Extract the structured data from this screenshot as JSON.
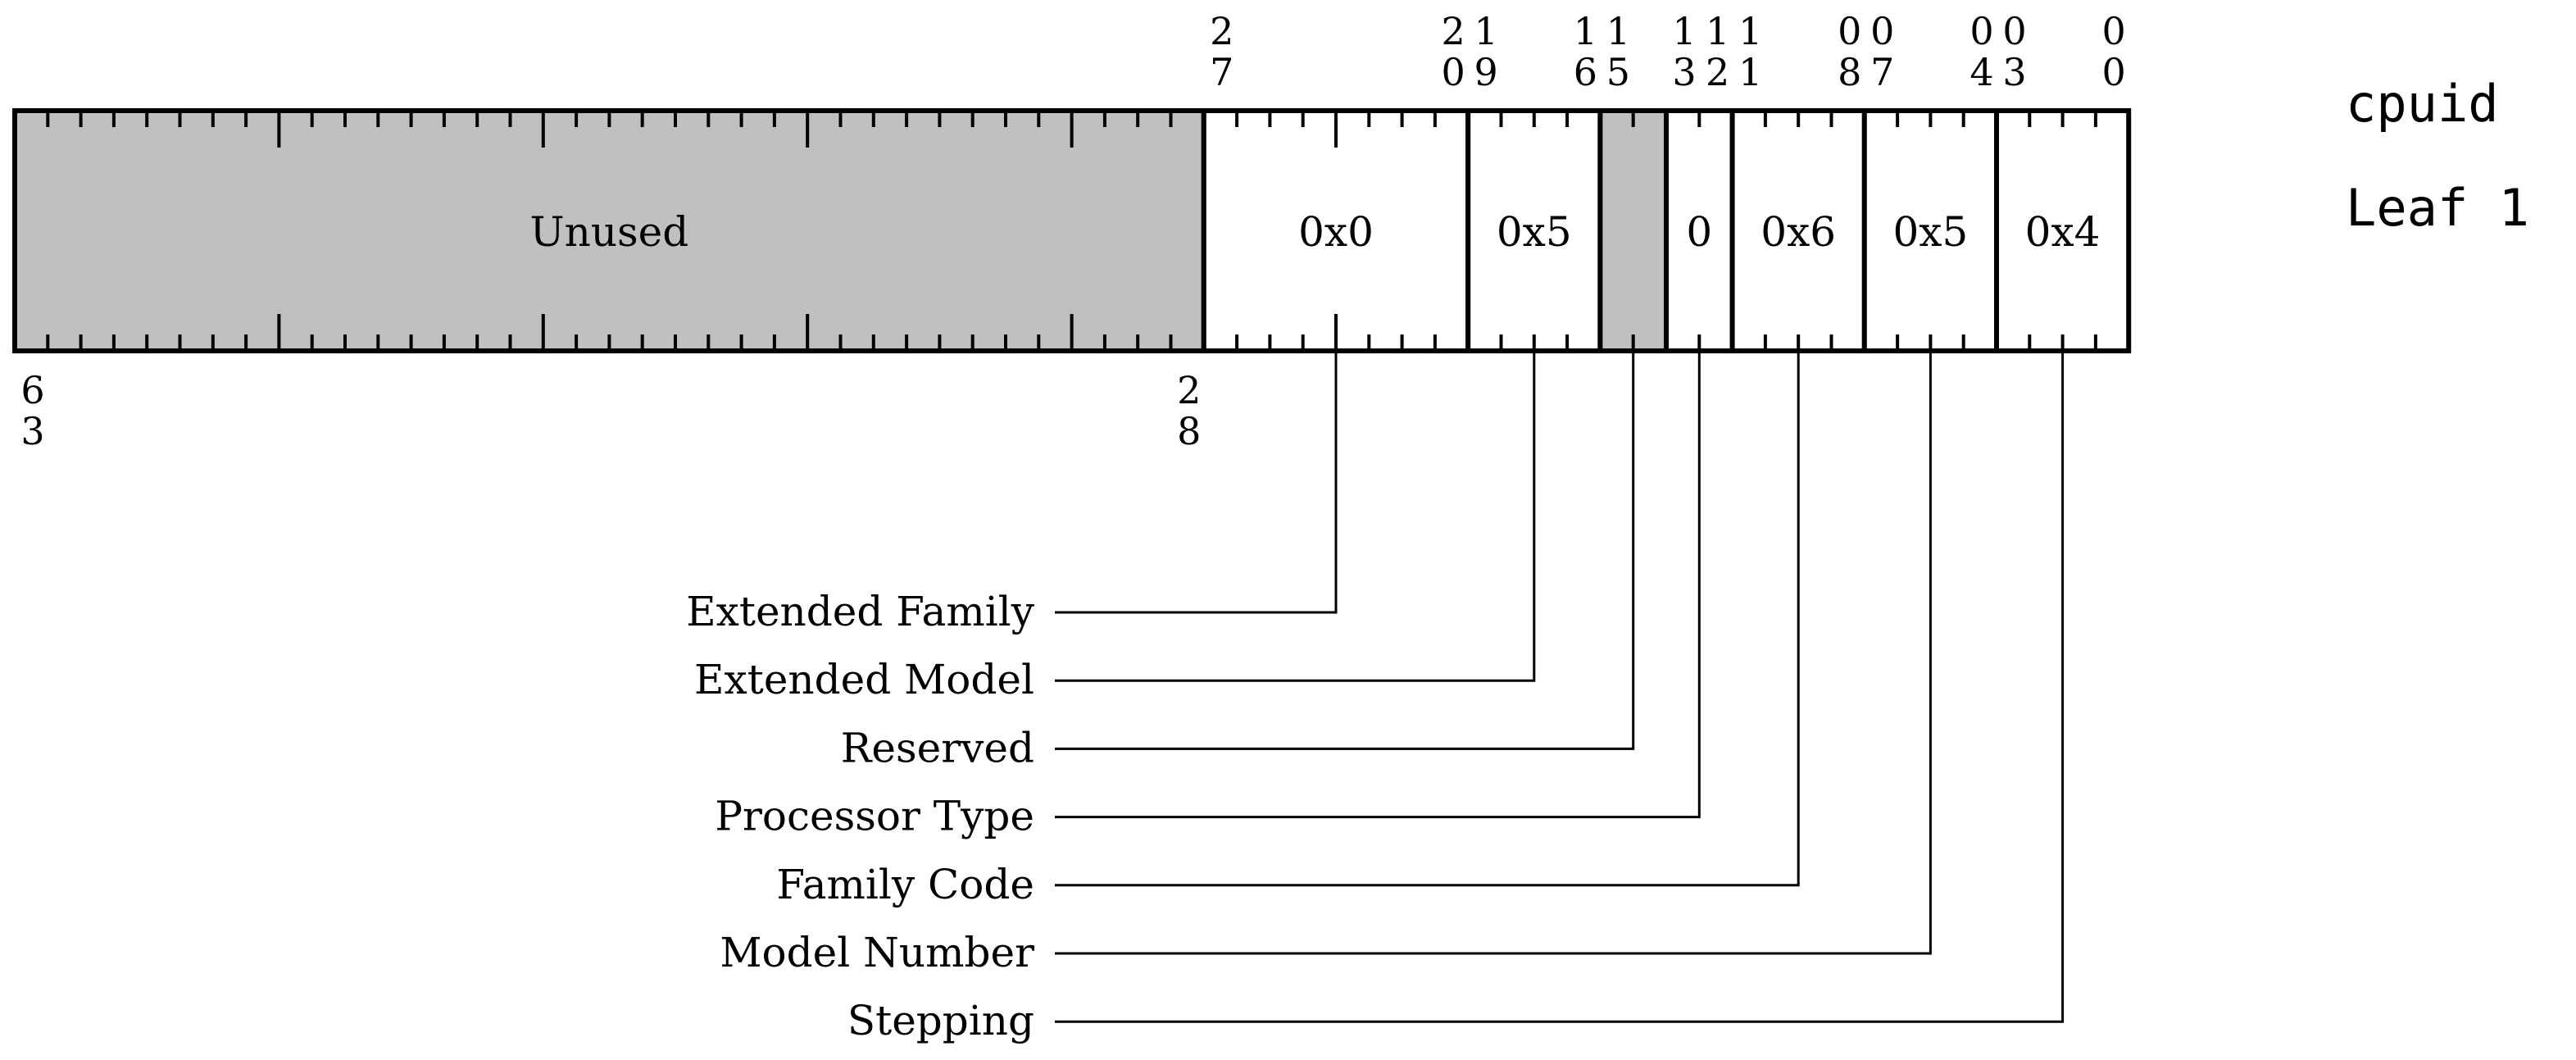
{
  "title_lines": [
    "cpuid",
    "Leaf 1"
  ],
  "register": {
    "fields": [
      {
        "label": "Unused",
        "shaded": true,
        "high_bit": 63,
        "low_bit": 28
      },
      {
        "label": "0x0",
        "shaded": false,
        "high_bit": 27,
        "low_bit": 20
      },
      {
        "label": "0x5",
        "shaded": false,
        "high_bit": 19,
        "low_bit": 16
      },
      {
        "label": "",
        "shaded": true,
        "high_bit": 15,
        "low_bit": 14
      },
      {
        "label": "0",
        "shaded": false,
        "high_bit": 13,
        "low_bit": 12
      },
      {
        "label": "0x6",
        "shaded": false,
        "high_bit": 11,
        "low_bit": 8
      },
      {
        "label": "0x5",
        "shaded": false,
        "high_bit": 7,
        "low_bit": 4
      },
      {
        "label": "0x4",
        "shaded": false,
        "high_bit": 3,
        "low_bit": 0
      }
    ],
    "top_bit_labels": [
      {
        "bit": 27,
        "digits": [
          "2",
          "7"
        ]
      },
      {
        "bit": 20,
        "digits": [
          "2",
          "0"
        ]
      },
      {
        "bit": 19,
        "digits": [
          "1",
          "9"
        ]
      },
      {
        "bit": 16,
        "digits": [
          "1",
          "6"
        ]
      },
      {
        "bit": 15,
        "digits": [
          "1",
          "5"
        ]
      },
      {
        "bit": 13,
        "digits": [
          "1",
          "3"
        ]
      },
      {
        "bit": 12,
        "digits": [
          "1",
          "2"
        ]
      },
      {
        "bit": 11,
        "digits": [
          "1",
          "1"
        ]
      },
      {
        "bit": 8,
        "digits": [
          "0",
          "8"
        ]
      },
      {
        "bit": 7,
        "digits": [
          "0",
          "7"
        ]
      },
      {
        "bit": 4,
        "digits": [
          "0",
          "4"
        ]
      },
      {
        "bit": 3,
        "digits": [
          "0",
          "3"
        ]
      },
      {
        "bit": 0,
        "digits": [
          "0",
          "0"
        ]
      }
    ],
    "bottom_bit_labels": [
      {
        "bit": 63,
        "digits": [
          "6",
          "3"
        ]
      },
      {
        "bit": 28,
        "digits": [
          "2",
          "8"
        ]
      }
    ]
  },
  "field_names": [
    {
      "name": "Extended Family",
      "field_index": 1
    },
    {
      "name": "Extended Model",
      "field_index": 2
    },
    {
      "name": "Reserved",
      "field_index": 3
    },
    {
      "name": "Processor Type",
      "field_index": 4
    },
    {
      "name": "Family Code",
      "field_index": 5
    },
    {
      "name": "Model Number",
      "field_index": 6
    },
    {
      "name": "Stepping",
      "field_index": 7
    }
  ]
}
